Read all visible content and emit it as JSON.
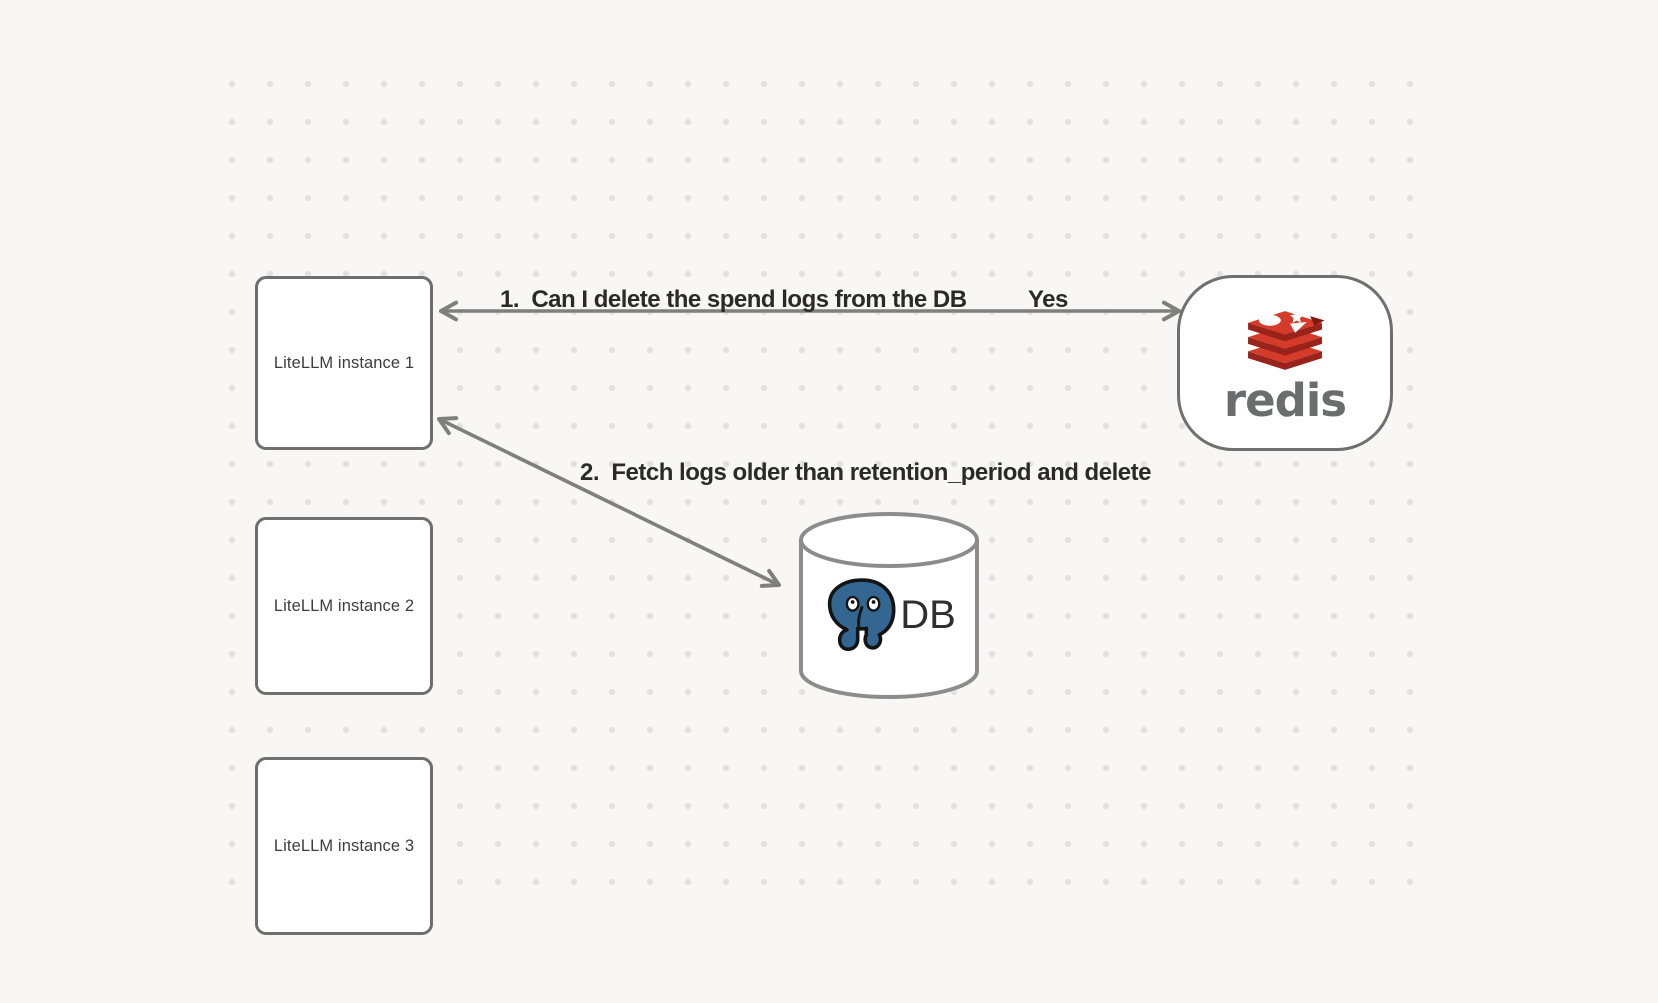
{
  "canvas": {
    "background_color": "#f8f7f5",
    "dot_color": "#e4e2df"
  },
  "nodes": {
    "instance1": {
      "label": "LiteLLM instance 1"
    },
    "instance2": {
      "label": "LiteLLM instance 2"
    },
    "instance3": {
      "label": "LiteLLM instance 3"
    },
    "redis": {
      "label": "redis",
      "icon": "redis-stack-icon",
      "brand_red": "#d43b29",
      "brand_red_dark": "#99231b",
      "wordmark_color": "#6b6c6e"
    },
    "db": {
      "label": "DB",
      "icon": "postgresql-elephant-icon",
      "postgres_blue": "#336791",
      "shape": "database-cylinder"
    }
  },
  "edges": {
    "edge1": {
      "label": "1.  Can I delete the spend logs from the DB",
      "response": "Yes",
      "direction": "double-headed"
    },
    "edge2": {
      "label": "2.  Fetch logs older than retention_period and delete",
      "direction": "double-headed"
    }
  },
  "style": {
    "arrow_color": "#7f7f7f",
    "node_border_color": "#6f6f6f"
  }
}
